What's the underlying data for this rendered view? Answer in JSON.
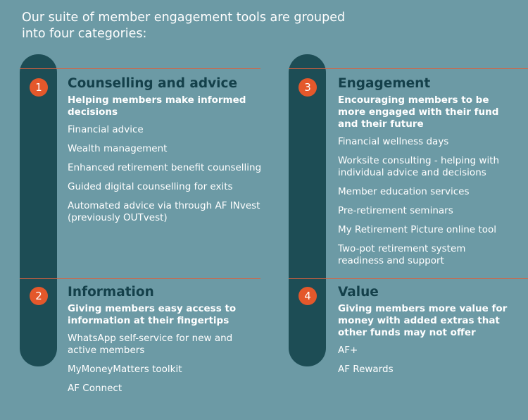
{
  "intro": "Our suite of member engagement tools are grouped into four categories:",
  "colors": {
    "background": "#6c9aa5",
    "bar": "#1d4d55",
    "accent": "#e4582b",
    "title": "#14404a"
  },
  "categories": [
    {
      "number": "1",
      "title": "Counselling and advice",
      "subtitle": "Helping members make informed decisions",
      "items": [
        "Financial advice",
        "Wealth management",
        "Enhanced retirement benefit counselling",
        "Guided digital counselling for exits",
        "Automated advice via through AF INvest (previously OUTvest)"
      ]
    },
    {
      "number": "2",
      "title": "Information",
      "subtitle": "Giving members easy access to information at their fingertips",
      "items": [
        "WhatsApp self-service for new and active members",
        "MyMoneyMatters toolkit",
        "AF Connect"
      ]
    },
    {
      "number": "3",
      "title": "Engagement",
      "subtitle": "Encouraging members to be more engaged with their fund and their future",
      "items": [
        "Financial wellness days",
        "Worksite consulting - helping with individual advice and decisions",
        "Member education services",
        "Pre-retirement seminars",
        "My Retirement Picture online tool",
        "Two-pot retirement system readiness and support"
      ]
    },
    {
      "number": "4",
      "title": "Value",
      "subtitle": "Giving members more value for money with added extras that other funds may not offer",
      "items": [
        "AF+",
        "AF Rewards"
      ]
    }
  ]
}
